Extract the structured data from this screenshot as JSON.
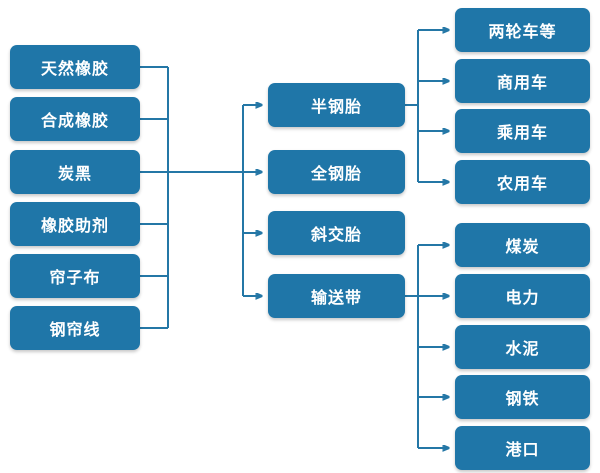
{
  "diagram": {
    "type": "flowchart",
    "title": "",
    "orientation": "left-to-right",
    "accent_color": "#1f76a8",
    "connector_color": "#2477a6",
    "background_color": "#ffffff",
    "columns": [
      {
        "id": "raw-materials",
        "nodes": [
          {
            "id": "rm-1",
            "label": "天然橡胶"
          },
          {
            "id": "rm-2",
            "label": "合成橡胶"
          },
          {
            "id": "rm-3",
            "label": "炭黑"
          },
          {
            "id": "rm-4",
            "label": "橡胶助剂"
          },
          {
            "id": "rm-5",
            "label": "帘子布"
          },
          {
            "id": "rm-6",
            "label": "钢帘线"
          }
        ]
      },
      {
        "id": "products",
        "nodes": [
          {
            "id": "pd-1",
            "label": "半钢胎"
          },
          {
            "id": "pd-2",
            "label": "全钢胎"
          },
          {
            "id": "pd-3",
            "label": "斜交胎"
          },
          {
            "id": "pd-4",
            "label": "输送带"
          }
        ]
      },
      {
        "id": "applications-vehicles",
        "nodes": [
          {
            "id": "av-1",
            "label": "两轮车等"
          },
          {
            "id": "av-2",
            "label": "商用车"
          },
          {
            "id": "av-3",
            "label": "乘用车"
          },
          {
            "id": "av-4",
            "label": "农用车"
          }
        ]
      },
      {
        "id": "applications-industry",
        "nodes": [
          {
            "id": "ai-1",
            "label": "煤炭"
          },
          {
            "id": "ai-2",
            "label": "电力"
          },
          {
            "id": "ai-3",
            "label": "水泥"
          },
          {
            "id": "ai-4",
            "label": "钢铁"
          },
          {
            "id": "ai-5",
            "label": "港口"
          }
        ]
      }
    ]
  }
}
